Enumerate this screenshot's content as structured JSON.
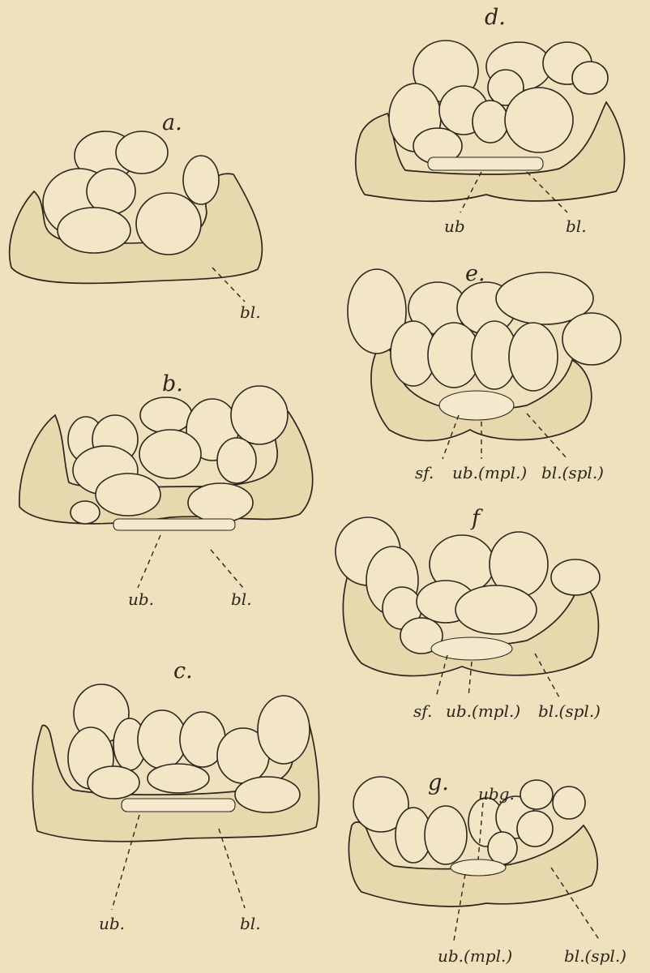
{
  "panels": {
    "a": {
      "title": "a.",
      "labels": {
        "bl": "bl."
      }
    },
    "b": {
      "title": "b.",
      "labels": {
        "ub": "ub.",
        "bl": "bl."
      }
    },
    "c": {
      "title": "c.",
      "labels": {
        "ub": "ub.",
        "bl": "bl."
      }
    },
    "d": {
      "title": "d.",
      "labels": {
        "ub": "ub",
        "bl": "bl."
      }
    },
    "e": {
      "title": "e.",
      "labels": {
        "sf": "sf.",
        "ub": "ub.(mpl.)",
        "bl": "bl.(spl.)"
      }
    },
    "f": {
      "title": "f",
      "labels": {
        "sf": "sf.",
        "ub": "ub.(mpl.)",
        "bl": "bl.(spl.)"
      }
    },
    "g": {
      "title": "g.",
      "labels": {
        "ubg": "ubg.",
        "ub": "ub.(mpl.)",
        "bl": "bl.(spl.)"
      }
    }
  }
}
